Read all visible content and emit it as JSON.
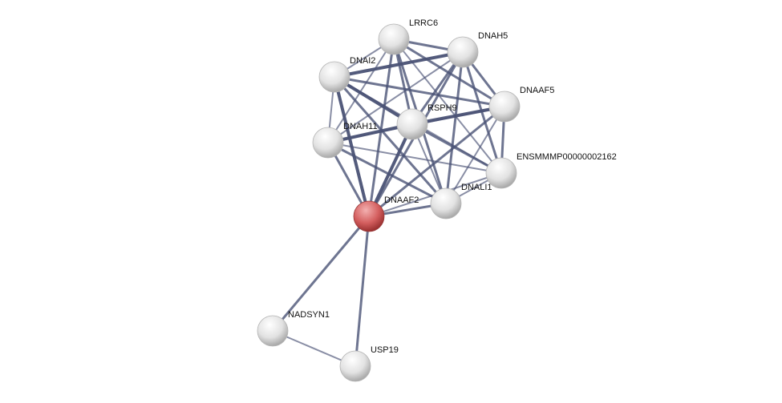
{
  "network": {
    "query_color": "#d05a5a",
    "node_color": "#e6e6e6",
    "edge_color": "#4a5275",
    "nodes": [
      {
        "id": "LRRC6",
        "label": "LRRC6"
      },
      {
        "id": "DNAH5",
        "label": "DNAH5"
      },
      {
        "id": "DNAI2",
        "label": "DNAI2"
      },
      {
        "id": "DNAAF5",
        "label": "DNAAF5"
      },
      {
        "id": "RSPH9",
        "label": "RSPH9"
      },
      {
        "id": "DNAH11",
        "label": "DNAH11"
      },
      {
        "id": "ENSMMMP00000002162",
        "label": "ENSMMMP00000002162"
      },
      {
        "id": "DNALI1",
        "label": "DNALI1"
      },
      {
        "id": "DNAAF2",
        "label": "DNAAF2",
        "query": true
      },
      {
        "id": "NADSYN1",
        "label": "NADSYN1"
      },
      {
        "id": "USP19",
        "label": "USP19"
      }
    ],
    "edges": [
      [
        "LRRC6",
        "DNAH5",
        3
      ],
      [
        "LRRC6",
        "DNAI2",
        2
      ],
      [
        "LRRC6",
        "DNAAF5",
        3
      ],
      [
        "LRRC6",
        "RSPH9",
        3
      ],
      [
        "LRRC6",
        "DNAH11",
        2
      ],
      [
        "LRRC6",
        "ENSMMMP00000002162",
        2
      ],
      [
        "LRRC6",
        "DNALI1",
        3
      ],
      [
        "LRRC6",
        "DNAAF2",
        3
      ],
      [
        "DNAH5",
        "DNAI2",
        4
      ],
      [
        "DNAH5",
        "DNAAF5",
        3
      ],
      [
        "DNAH5",
        "RSPH9",
        3
      ],
      [
        "DNAH5",
        "DNAH11",
        2
      ],
      [
        "DNAH5",
        "ENSMMMP00000002162",
        3
      ],
      [
        "DNAH5",
        "DNALI1",
        3
      ],
      [
        "DNAH5",
        "DNAAF2",
        3
      ],
      [
        "DNAI2",
        "DNAAF5",
        3
      ],
      [
        "DNAI2",
        "RSPH9",
        4
      ],
      [
        "DNAI2",
        "DNAH11",
        2
      ],
      [
        "DNAI2",
        "DNALI1",
        3
      ],
      [
        "DNAI2",
        "DNAAF2",
        4
      ],
      [
        "DNAI2",
        "ENSMMMP00000002162",
        2
      ],
      [
        "DNAAF5",
        "RSPH9",
        4
      ],
      [
        "DNAAF5",
        "ENSMMMP00000002162",
        3
      ],
      [
        "DNAAF5",
        "DNALI1",
        2
      ],
      [
        "DNAAF5",
        "DNAAF2",
        3
      ],
      [
        "DNAAF5",
        "DNAH11",
        2
      ],
      [
        "RSPH9",
        "DNAH11",
        4
      ],
      [
        "RSPH9",
        "ENSMMMP00000002162",
        3
      ],
      [
        "RSPH9",
        "DNALI1",
        2
      ],
      [
        "RSPH9",
        "DNAAF2",
        4
      ],
      [
        "DNAH11",
        "ENSMMMP00000002162",
        2
      ],
      [
        "DNAH11",
        "DNALI1",
        3
      ],
      [
        "DNAH11",
        "DNAAF2",
        3
      ],
      [
        "ENSMMMP00000002162",
        "DNALI1",
        2
      ],
      [
        "ENSMMMP00000002162",
        "DNAAF2",
        2
      ],
      [
        "DNALI1",
        "DNAAF2",
        3
      ],
      [
        "DNAAF2",
        "NADSYN1",
        3
      ],
      [
        "DNAAF2",
        "USP19",
        3
      ],
      [
        "NADSYN1",
        "USP19",
        2
      ]
    ]
  }
}
